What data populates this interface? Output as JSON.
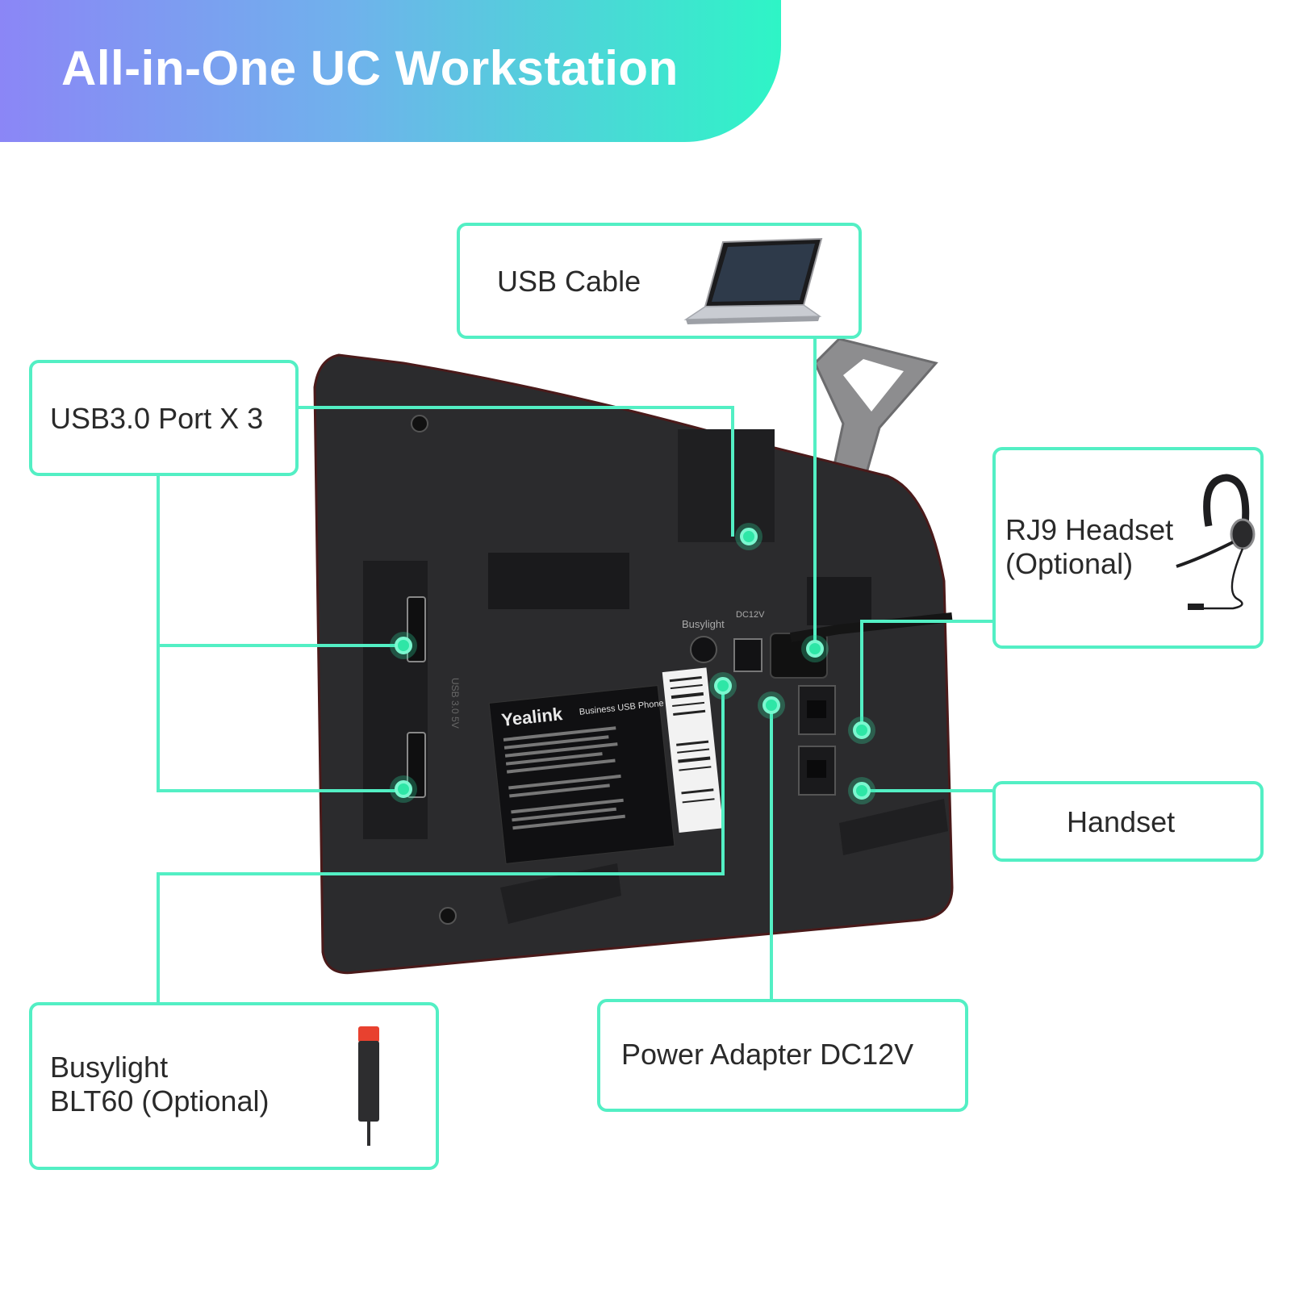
{
  "header": {
    "title": "All-in-One UC Workstation"
  },
  "callouts": {
    "usb_cable": {
      "label": "USB Cable"
    },
    "usb_ports": {
      "label": "USB3.0 Port X 3"
    },
    "rj9_headset": {
      "label": "RJ9 Headset\n(Optional)"
    },
    "handset": {
      "label": "Handset"
    },
    "busylight": {
      "label": "Busylight\nBLT60 (Optional)"
    },
    "power_adapter": {
      "label": "Power Adapter DC12V"
    }
  },
  "device": {
    "brand": "Yealink",
    "product": "Business USB Phone",
    "port_busylight": "Busylight",
    "port_dc": "DC12V",
    "port_usb": "USB 3.0 5V"
  },
  "colors": {
    "accent": "#53efc4",
    "dot": "#2ee6a6",
    "banner_start": "#8b86f6",
    "banner_end": "#2ef5c6",
    "device_body": "#2a2a2c"
  }
}
